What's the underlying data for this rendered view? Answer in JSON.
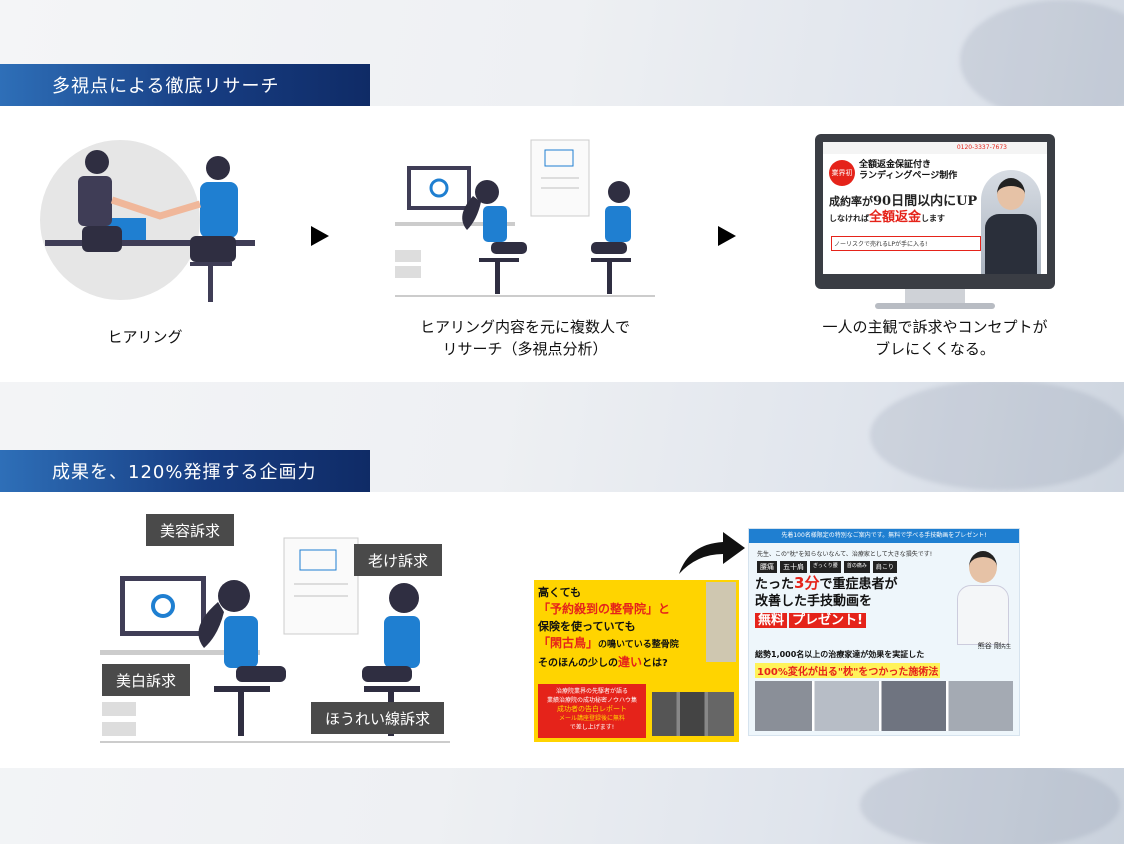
{
  "sections": [
    {
      "title": "多視点による徹底リサーチ",
      "steps": [
        {
          "caption_lines": [
            "ヒアリング"
          ]
        },
        {
          "caption_lines": [
            "ヒアリング内容を元に複数人で",
            "リサーチ（多視点分析）"
          ]
        },
        {
          "caption_lines": [
            "一人の主観で訴求やコンセプトが",
            "ブレにくくなる。"
          ]
        }
      ]
    },
    {
      "title": "成果を、120%発揮する企画力",
      "tags": [
        "美容訴求",
        "老け訴求",
        "美白訴求",
        "ほうれい線訴求"
      ]
    }
  ],
  "lp_monitor": {
    "phone": "0120-3337-7673",
    "badge": "業界初",
    "headline1": "全額返金保証付き",
    "headline2": "ランディングページ制作",
    "main1_a": "成約率が",
    "main1_b": "90日間以内にUP",
    "main2_a": "しなければ",
    "main2_b": "全額返金",
    "main2_c": "します",
    "sub": "ノーリスクで売れるLPが手に入る!"
  },
  "lp_yellow": {
    "line1": "高くても",
    "line2": "「予約殺到の整骨院」と",
    "line3": "保険を使っていても",
    "line4": "「閑古鳥」",
    "line4b": "の鳴いている整骨院",
    "line5a": "そのほんの少しの",
    "line5b": "違い",
    "line5c": "とは?",
    "box1": "治療院業界の先駆者が語る",
    "box2": "業績治療院の成功秘密ノウハウ集",
    "box3": "成功者の告白レポート",
    "box4": "メール講座登録後に無料",
    "box5": "で差し上げます!"
  },
  "lp_blue": {
    "top_bar": "先着100名様限定の特別なご案内です。無料で学べる手技動画をプレゼント!",
    "intro": "先生、この\"枕\"を知らないなんて、治療家として大きな損失です!",
    "chips": [
      "腰痛",
      "五十肩",
      "ぎっくり腰",
      "首の痛み",
      "肩こり"
    ],
    "head1a": "たった",
    "head1b": "3分",
    "head1c": "で重症患者が",
    "head2": "改善した手技動画を",
    "head3a": "無料",
    "head3b": "プレゼント!",
    "line4": "総勢1,000名以上の治療家達が効果を実証した",
    "line5": "100%変化が出る\"枕\"をつかった施術法",
    "person_name": "熊谷 剛",
    "person_suffix": "先生"
  },
  "colors": {
    "header_gradient_start": "#2e6fb8",
    "header_gradient_end": "#0f2b66",
    "illustration_blue": "#1f7fd1",
    "illustration_dark": "#2f2e41",
    "tag_bg": "#4a4a4a",
    "lp_red": "#e5231a",
    "lp_yellow": "#ffd400"
  }
}
